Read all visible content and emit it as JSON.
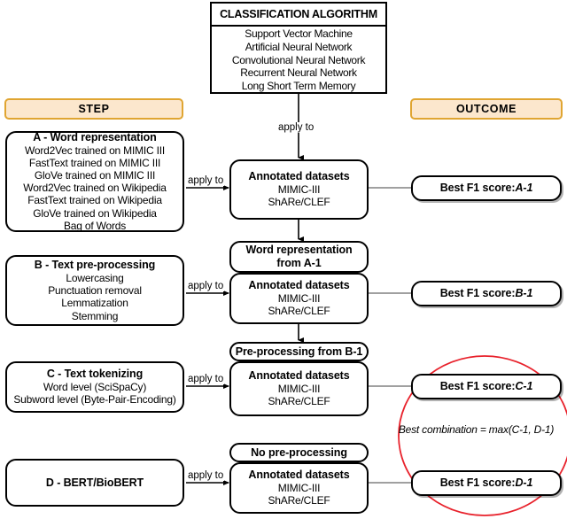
{
  "diagram": {
    "title_box": {
      "header": "CLASSIFICATION ALGORITHM",
      "items": [
        "Support Vector Machine",
        "Artificial Neural Network",
        "Convolutional Neural Network",
        "Recurrent Neural Network",
        "Long Short Term Memory"
      ]
    },
    "column_headers": {
      "step": "STEP",
      "outcome": "OUTCOME"
    },
    "connector_labels": {
      "apply_to_top": "apply to",
      "apply_to_a": "apply to",
      "apply_to_b": "apply to",
      "apply_to_c": "apply to",
      "apply_to_d": "apply to"
    },
    "steps": [
      {
        "id": "A",
        "title": "A - Word representation",
        "items": [
          "Word2Vec trained on MIMIC III",
          "FastText trained on MIMIC III",
          "GloVe trained on MIMIC III",
          "Word2Vec trained on Wikipedia",
          "FastText trained on Wikipedia",
          "GloVe trained on Wikipedia",
          "Bag of Words"
        ]
      },
      {
        "id": "B",
        "title": "B - Text pre-processing",
        "items": [
          "Lowercasing",
          "Punctuation removal",
          "Lemmatization",
          "Stemming"
        ]
      },
      {
        "id": "C",
        "title": "C - Text tokenizing",
        "items": [
          "Word level (SciSpaCy)",
          "Subword level (Byte-Pair-Encoding)"
        ]
      },
      {
        "id": "D",
        "title": "D - BERT/BioBERT",
        "items": []
      }
    ],
    "carry_boxes": {
      "a_result_line1": "Word representation",
      "a_result_line2": "from A-1",
      "b_result": "Pre-processing from B-1",
      "c_result": "No pre-processing"
    },
    "dataset_box": {
      "title": "Annotated datasets",
      "items": [
        "MIMIC-III",
        "ShARe/CLEF"
      ]
    },
    "outcomes": [
      {
        "label": "Best F1 score: ",
        "value": "A-1"
      },
      {
        "label": "Best F1 score: ",
        "value": "B-1"
      },
      {
        "label": "Best F1 score: ",
        "value": "C-1"
      },
      {
        "label": "Best F1 score: ",
        "value": "D-1"
      }
    ],
    "annotation": {
      "best_combination": "Best combination = max(C-1, D-1)"
    },
    "colors": {
      "header_fill": "#fce7cd",
      "header_border": "#e0a531",
      "highlight_circle": "#e8212b",
      "line": "#000000",
      "outcome_connector": "#808080"
    }
  }
}
